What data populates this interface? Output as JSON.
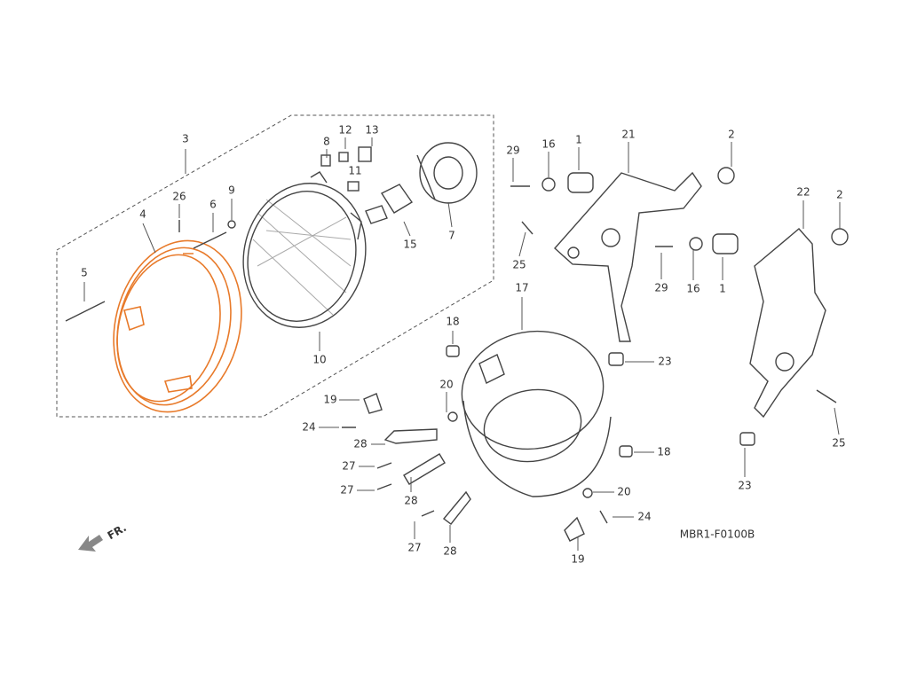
{
  "diagram": {
    "type": "exploded parts diagram",
    "highlight_color": "#e87a2a",
    "line_color": "#444444",
    "diagram_code": "MBR1-F0100B",
    "front_arrow_label": "FR.",
    "callouts": [
      "3",
      "26",
      "6",
      "9",
      "4",
      "5",
      "10",
      "8",
      "12",
      "13",
      "11",
      "15",
      "7",
      "29",
      "16",
      "1",
      "21",
      "2",
      "22",
      "2",
      "25",
      "29",
      "16",
      "1",
      "17",
      "18",
      "23",
      "20",
      "19",
      "24",
      "28",
      "27",
      "27",
      "28",
      "27",
      "28",
      "18",
      "20",
      "24",
      "19",
      "25",
      "23"
    ],
    "highlighted_part": "4"
  }
}
